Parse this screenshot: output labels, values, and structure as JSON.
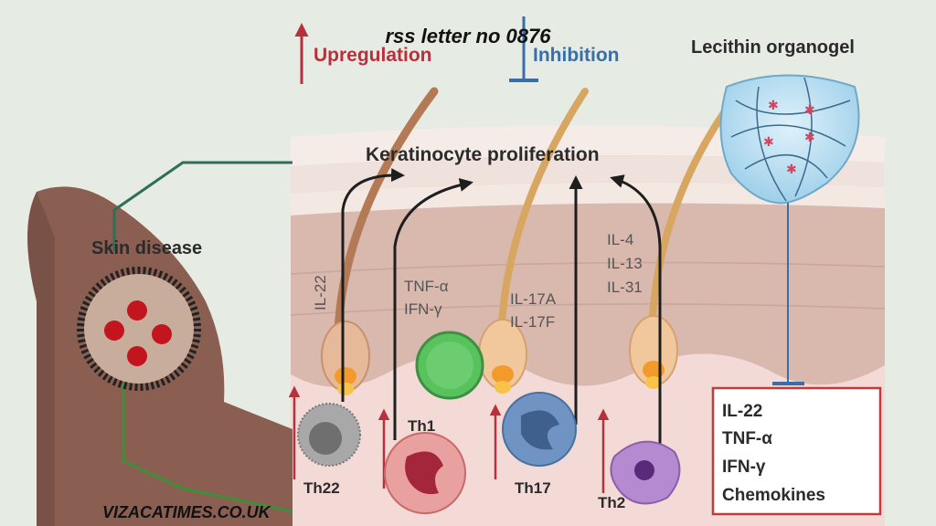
{
  "header": {
    "overlay_title": "rss letter no 0876",
    "legend_upregulation": "Upregulation",
    "legend_inhibition": "Inhibition",
    "organogel_title": "Lecithin organogel"
  },
  "labels": {
    "skin_disease": "Skin disease",
    "keratinocyte": "Keratinocyte proliferation",
    "il22": "IL-22",
    "tnf": "TNF-α",
    "ifn": "IFN-γ",
    "il17a": "IL-17A",
    "il17f": "IL-17F",
    "il4": "IL-4",
    "il13": "IL-13",
    "il31": "IL-31"
  },
  "cells": {
    "th22": "Th22",
    "th1": "Th1",
    "th17": "Th17",
    "th2": "Th2"
  },
  "inhibited_box": [
    "IL-22",
    "TNF-α",
    "IFN-γ",
    "Chemokines"
  ],
  "watermark": "VIZACATIMES.CO.UK",
  "colors": {
    "upregulation": "#b5313b",
    "inhibition": "#3a6ea8",
    "box_border": "#c23a3a",
    "connector": "#2f6e57"
  }
}
